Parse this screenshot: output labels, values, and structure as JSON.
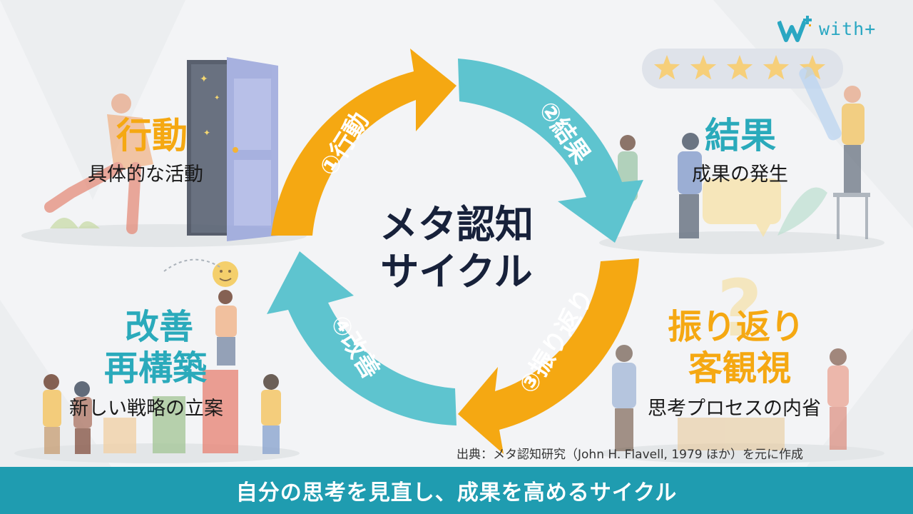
{
  "colors": {
    "orange": "#f5a812",
    "teal": "#2aaabb",
    "footer_bg": "#1f9cb0",
    "center_text": "#17213a"
  },
  "brand": {
    "name": "with+",
    "icon": "with-plus-logo-icon"
  },
  "center": {
    "line1": "メタ認知",
    "line2": "サイクル"
  },
  "cycle_steps": [
    {
      "label": "①行動",
      "color": "orange"
    },
    {
      "label": "②結果",
      "color": "teal"
    },
    {
      "label": "③振り返り",
      "color": "orange"
    },
    {
      "label": "④改善",
      "color": "teal"
    }
  ],
  "quadrants": {
    "action": {
      "heading": "行動",
      "sub": "具体的な活動"
    },
    "result": {
      "heading": "結果",
      "sub": "成果の発生"
    },
    "reflect": {
      "heading1": "振り返り",
      "heading2": "客観視",
      "sub": "思考プロセスの内省"
    },
    "improve": {
      "heading1": "改善",
      "heading2": "再構築",
      "sub": "新しい戦略の立案"
    }
  },
  "rating": {
    "stars": 5
  },
  "source": "出典：メタ認知研究（John H. Flavell, 1979 ほか）を元に作成",
  "footer": "自分の思考を見直し、成果を高めるサイクル"
}
